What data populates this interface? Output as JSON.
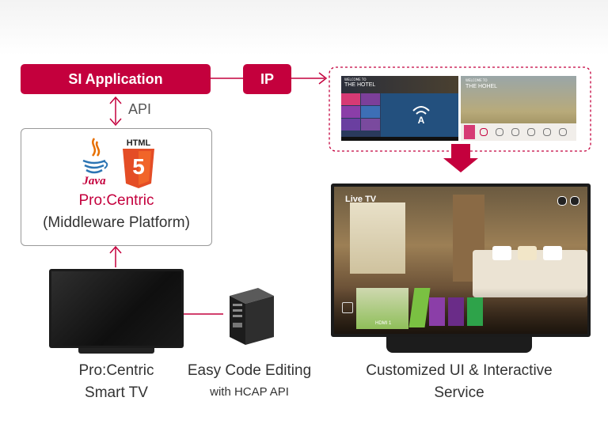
{
  "si_application": "SI Application",
  "ip": "IP",
  "api": "API",
  "middleware": {
    "java_label": "Java",
    "html_label": "HTML",
    "html_number": "5",
    "name": "Pro:Centric",
    "subtitle": "(Middleware Platform)"
  },
  "smart_tv_label": [
    "Pro:Centric",
    "Smart TV"
  ],
  "server_label": {
    "title": "Easy Code Editing",
    "sub": "with HCAP API"
  },
  "customized_label": [
    "Customized UI & Interactive",
    "Service"
  ],
  "preview_screens": [
    {
      "welcome": "WELCOME TO",
      "title": "THE HOTEL"
    },
    {
      "welcome": "WELCOME TO",
      "title": "THE HOHEL"
    }
  ],
  "big_tv": {
    "overlay": "Live TV",
    "tile_label": "HDMI 1"
  },
  "colors": {
    "brand": "#c4003d",
    "tile_purple": "#8b3ea8",
    "tile_green": "#7ac142",
    "tile_pink": "#d63a74",
    "tile_dark_purple": "#6a2c88"
  }
}
